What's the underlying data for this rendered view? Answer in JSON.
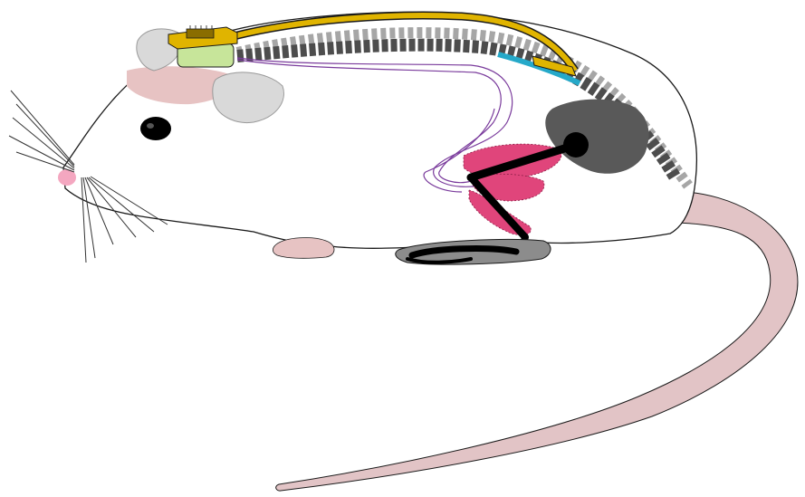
{
  "colors": {
    "background": "#ffffff",
    "body_outline": "#1a1a1a",
    "body_fill": "#ffffff",
    "skin_pink": "#e7c3c3",
    "tail": "#e2c4c6",
    "nose": "#f4a7c0",
    "eye": "#000000",
    "ear_gray": "#d9d9d9",
    "spine_dark": "#4d4d4d",
    "spine_light": "#a6a6a6",
    "implant_gold": "#e0b400",
    "implant_base": "#c7e59a",
    "electrode_cyan": "#26a9c9",
    "nerve_purple": "#7a3b9c",
    "muscle_pink": "#e0457b",
    "skeleton_black": "#000000",
    "pelvis_gray": "#595959",
    "foot_shadow": "#8c8c8c"
  },
  "components": [
    "rat-body",
    "head-implant",
    "gold-lead",
    "spinal-electrode",
    "spinal-cord",
    "nerve-fibers",
    "leg-muscles",
    "hindlimb-skeleton",
    "pelvis",
    "tail"
  ]
}
